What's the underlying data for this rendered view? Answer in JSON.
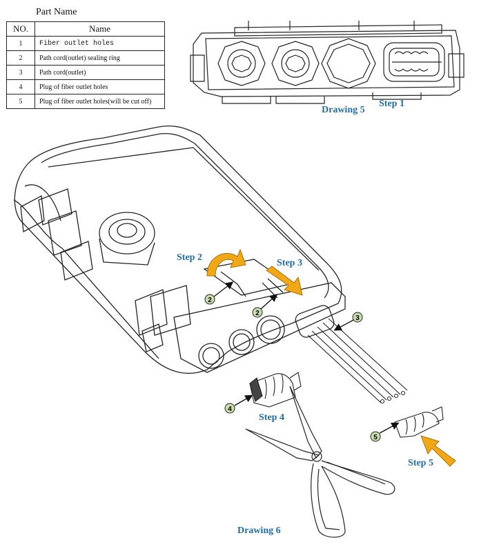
{
  "part_name_title": "Part Name",
  "table": {
    "headers": [
      "NO.",
      "Name"
    ],
    "rows": [
      {
        "no": "1",
        "name": "Fiber outlet holes"
      },
      {
        "no": "2",
        "name": "Path cord(outlet) sealing ring"
      },
      {
        "no": "3",
        "name": "Path cord(outlet)"
      },
      {
        "no": "4",
        "name": "Plug of fiber outlet holes"
      },
      {
        "no": "5",
        "name": "Plug of fiber outlet holes(will be cut off)"
      }
    ]
  },
  "labels": {
    "drawing5": "Drawing 5",
    "drawing6": "Drawing 6",
    "step1": "Step 1",
    "step2": "Step 2",
    "step3": "Step 3",
    "step4": "Step 4",
    "step5": "Step 5"
  },
  "callouts": {
    "c2a": "2",
    "c2b": "2",
    "c3": "3",
    "c4": "4",
    "c5": "5"
  },
  "colors": {
    "label_blue": "#1f6fa8",
    "arrow_orange": "#f0a818",
    "callout_green": "#c8dcae"
  }
}
